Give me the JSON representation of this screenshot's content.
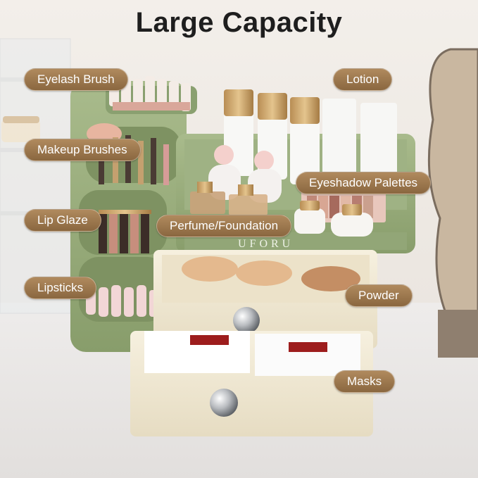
{
  "title": "Large Capacity",
  "brand_text": "UFORU",
  "labels": {
    "eyelash_brush": "Eyelash Brush",
    "lotion": "Lotion",
    "makeup_brushes": "Makeup Brushes",
    "eyeshadow_palettes": "Eyeshadow Palettes",
    "lip_glaze": "Lip Glaze",
    "perfume_foundation": "Perfume/Foundation",
    "lipsticks": "Lipsticks",
    "powder": "Powder",
    "masks": "Masks"
  },
  "colors": {
    "label_bg": "#9a7650",
    "organizer_green": "#9cb07e",
    "drawer_cream": "#f1e9d3"
  }
}
